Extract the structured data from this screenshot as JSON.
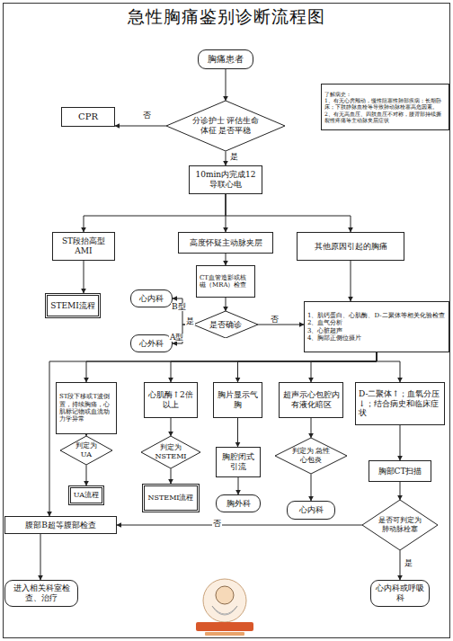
{
  "diagram": {
    "title": "急性胸痛鉴别诊断流程图",
    "nodes": [
      {
        "text": [
          "胸痛患者"
        ]
      },
      {
        "text": [
          "了解病史：",
          "1、有无心房颤动，慢性阻塞性肺部疾病；长期卧床；下肢静脉血栓等导致肺动脉栓塞高危因素。",
          "2、有无高血压、四肢血压不对称，腰背部持续撕裂性疼痛等主动脉夹层症状"
        ]
      },
      {
        "text": [
          "分诊护士 评估生命体征 是否平稳"
        ]
      },
      {
        "text": [
          "CPR"
        ]
      },
      {
        "text": [
          "10min内完成12导联心电"
        ]
      },
      {
        "text": [
          "ST段抬高型 AMI"
        ]
      },
      {
        "text": [
          "高度怀疑主动脉夹层"
        ]
      },
      {
        "text": [
          "其他原因引起的胸痛"
        ]
      },
      {
        "text": [
          "STEMI流程"
        ]
      },
      {
        "text": [
          "CT血管造影或核磁（MRA）检查"
        ]
      },
      {
        "text": [
          "是否确诊"
        ]
      },
      {
        "text": [
          "心内科"
        ]
      },
      {
        "text": [
          "心外科"
        ]
      },
      {
        "text": [
          "1、肌钙蛋白、心肌酶、D-二聚体等相关化验检查",
          "2、血气分析",
          "3、心脏超声",
          "4、胸部正侧位摄片"
        ]
      },
      {
        "text": [
          "ST段下移或T波倒置，持续胸痛，心肌标记物或血流动力学异常"
        ]
      },
      {
        "text": [
          "心肌酶↑2倍以上"
        ]
      },
      {
        "text": [
          "胸片显示气胸"
        ]
      },
      {
        "text": [
          "超声示心包腔内有液化暗区"
        ]
      },
      {
        "text": [
          "D-二聚体↑；血氧分压↓；结合病史和临床症状"
        ]
      },
      {
        "text": [
          "判定为UA"
        ]
      },
      {
        "text": [
          "UA流程"
        ]
      },
      {
        "text": [
          "判定为 NSTEMI"
        ]
      },
      {
        "text": [
          "NSTEMI流程"
        ]
      },
      {
        "text": [
          "胸腔闭式引流"
        ]
      },
      {
        "text": [
          "胸外科"
        ]
      },
      {
        "text": [
          "判定为 急性心包炎"
        ]
      },
      {
        "text": [
          "心内科"
        ]
      },
      {
        "text": [
          "胸部CT扫描"
        ]
      },
      {
        "text": [
          "是否可判定为肺动脉栓塞"
        ]
      },
      {
        "text": [
          "腹部B超等腹部检查"
        ]
      },
      {
        "text": [
          "进入相关科室检查、治疗"
        ]
      },
      {
        "text": [
          "心内科或呼吸科"
        ]
      }
    ],
    "edges": [
      {
        "from": 0,
        "to": 2,
        "arrow": "to"
      },
      {
        "from": 2,
        "to": 3,
        "label": "否",
        "arrow": "to"
      },
      {
        "from": 2,
        "to": 4,
        "label": "是",
        "arrow": "to"
      },
      {
        "from": 4,
        "to": 5,
        "arrow": "to"
      },
      {
        "from": 4,
        "to": 6,
        "arrow": "to"
      },
      {
        "from": 4,
        "to": 7,
        "arrow": "to"
      },
      {
        "from": 5,
        "to": 8,
        "arrow": "to"
      },
      {
        "from": 6,
        "to": 9,
        "arrow": "to"
      },
      {
        "from": 9,
        "to": 10,
        "arrow": "to"
      },
      {
        "from": 10,
        "to": 11,
        "label": "B型",
        "arrow": "to"
      },
      {
        "from": 10,
        "to": 12,
        "label": "A型",
        "arrow": "to"
      },
      {
        "from": 10,
        "to": 13,
        "label": "否",
        "arrow": "to"
      },
      {
        "from": 7,
        "to": 13,
        "arrow": "to"
      },
      {
        "from": 13,
        "to": 14,
        "arrow": "to"
      },
      {
        "from": 13,
        "to": 15,
        "arrow": "to"
      },
      {
        "from": 13,
        "to": 16,
        "arrow": "to"
      },
      {
        "from": 13,
        "to": 17,
        "arrow": "to"
      },
      {
        "from": 13,
        "to": 18,
        "arrow": "to"
      },
      {
        "from": 13,
        "to": 29,
        "arrow": "to"
      },
      {
        "from": 14,
        "to": 19,
        "arrow": "to"
      },
      {
        "from": 19,
        "to": 20,
        "arrow": "to"
      },
      {
        "from": 15,
        "to": 21,
        "arrow": "to"
      },
      {
        "from": 21,
        "to": 22,
        "arrow": "to"
      },
      {
        "from": 16,
        "to": 23,
        "arrow": "to"
      },
      {
        "from": 23,
        "to": 24,
        "arrow": "to"
      },
      {
        "from": 17,
        "to": 25,
        "arrow": "to"
      },
      {
        "from": 25,
        "to": 26,
        "arrow": "to"
      },
      {
        "from": 18,
        "to": 27,
        "arrow": "to"
      },
      {
        "from": 27,
        "to": 28,
        "arrow": "to"
      },
      {
        "from": 28,
        "to": 29,
        "label": "否",
        "arrow": "to"
      },
      {
        "from": 29,
        "to": 30,
        "arrow": "to"
      },
      {
        "from": 28,
        "to": 31,
        "label": "是",
        "arrow": "to"
      }
    ],
    "labels": [
      "是"
    ]
  }
}
